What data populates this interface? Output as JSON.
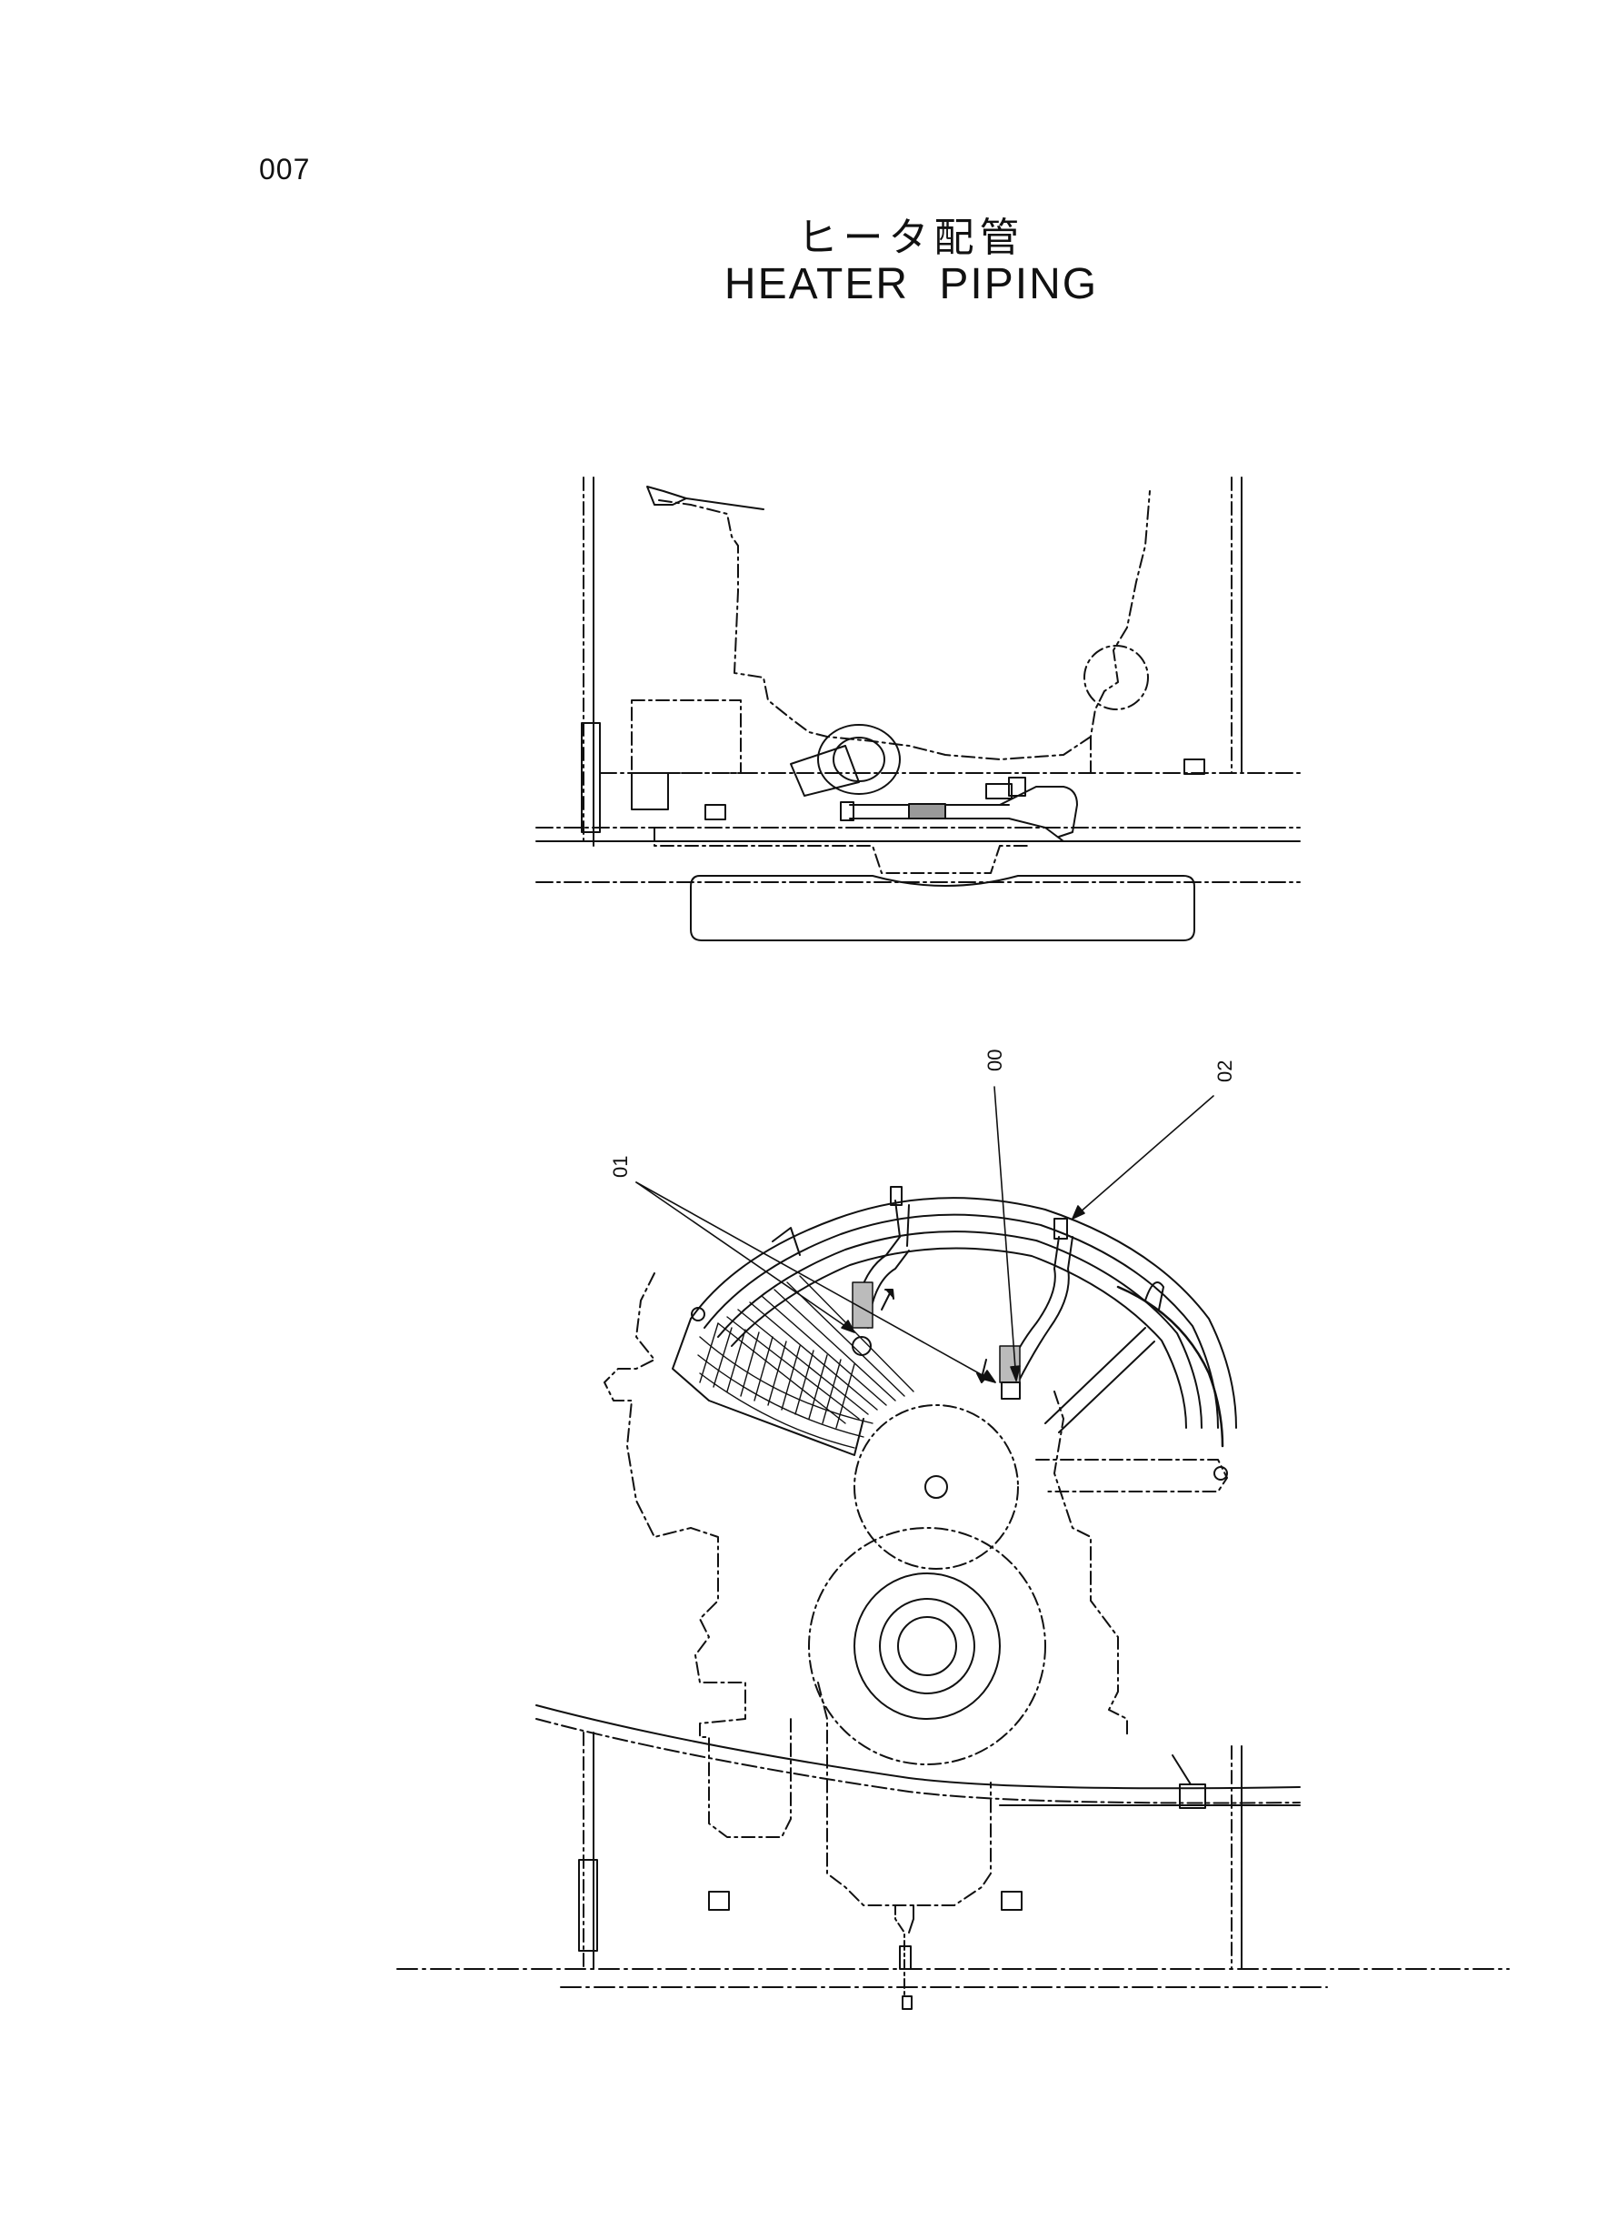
{
  "page": {
    "number": "007",
    "title_jp": "ヒータ配管",
    "title_en": "HEATER PIPING"
  },
  "callouts": [
    {
      "id": "00",
      "label": "00"
    },
    {
      "id": "01",
      "label": "01"
    },
    {
      "id": "02",
      "label": "02"
    }
  ],
  "colors": {
    "ink": "#111111",
    "background": "#ffffff"
  }
}
